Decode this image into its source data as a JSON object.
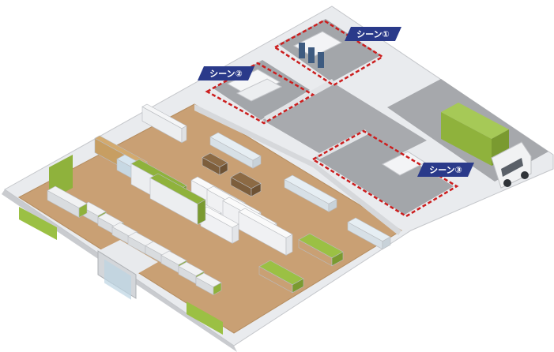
{
  "scene_labels": {
    "scene1": "シーン①",
    "scene2": "シーン②",
    "scene3": "シーン③"
  },
  "colors": {
    "floor_wood": "#c9a074",
    "floor_gray": "#9a9c9f",
    "wall_top": "#dcdde0",
    "wall_side": "#eceef0",
    "accent_green": "#8fb23c",
    "label_bg": "#2a3a8a",
    "dashed_outline": "#cc1e1e"
  },
  "icons": [
    "shelf-unit",
    "freezer-case",
    "checkout-counter",
    "truck",
    "door",
    "gate"
  ]
}
